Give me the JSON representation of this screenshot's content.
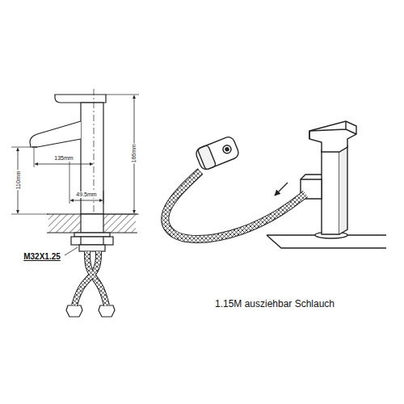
{
  "diagram": {
    "labels": [
      "166mm",
      "135mm",
      "110mm",
      "49.5mm",
      "M32X1.25",
      "1.15M ausziehbar Schlauch"
    ]
  }
}
